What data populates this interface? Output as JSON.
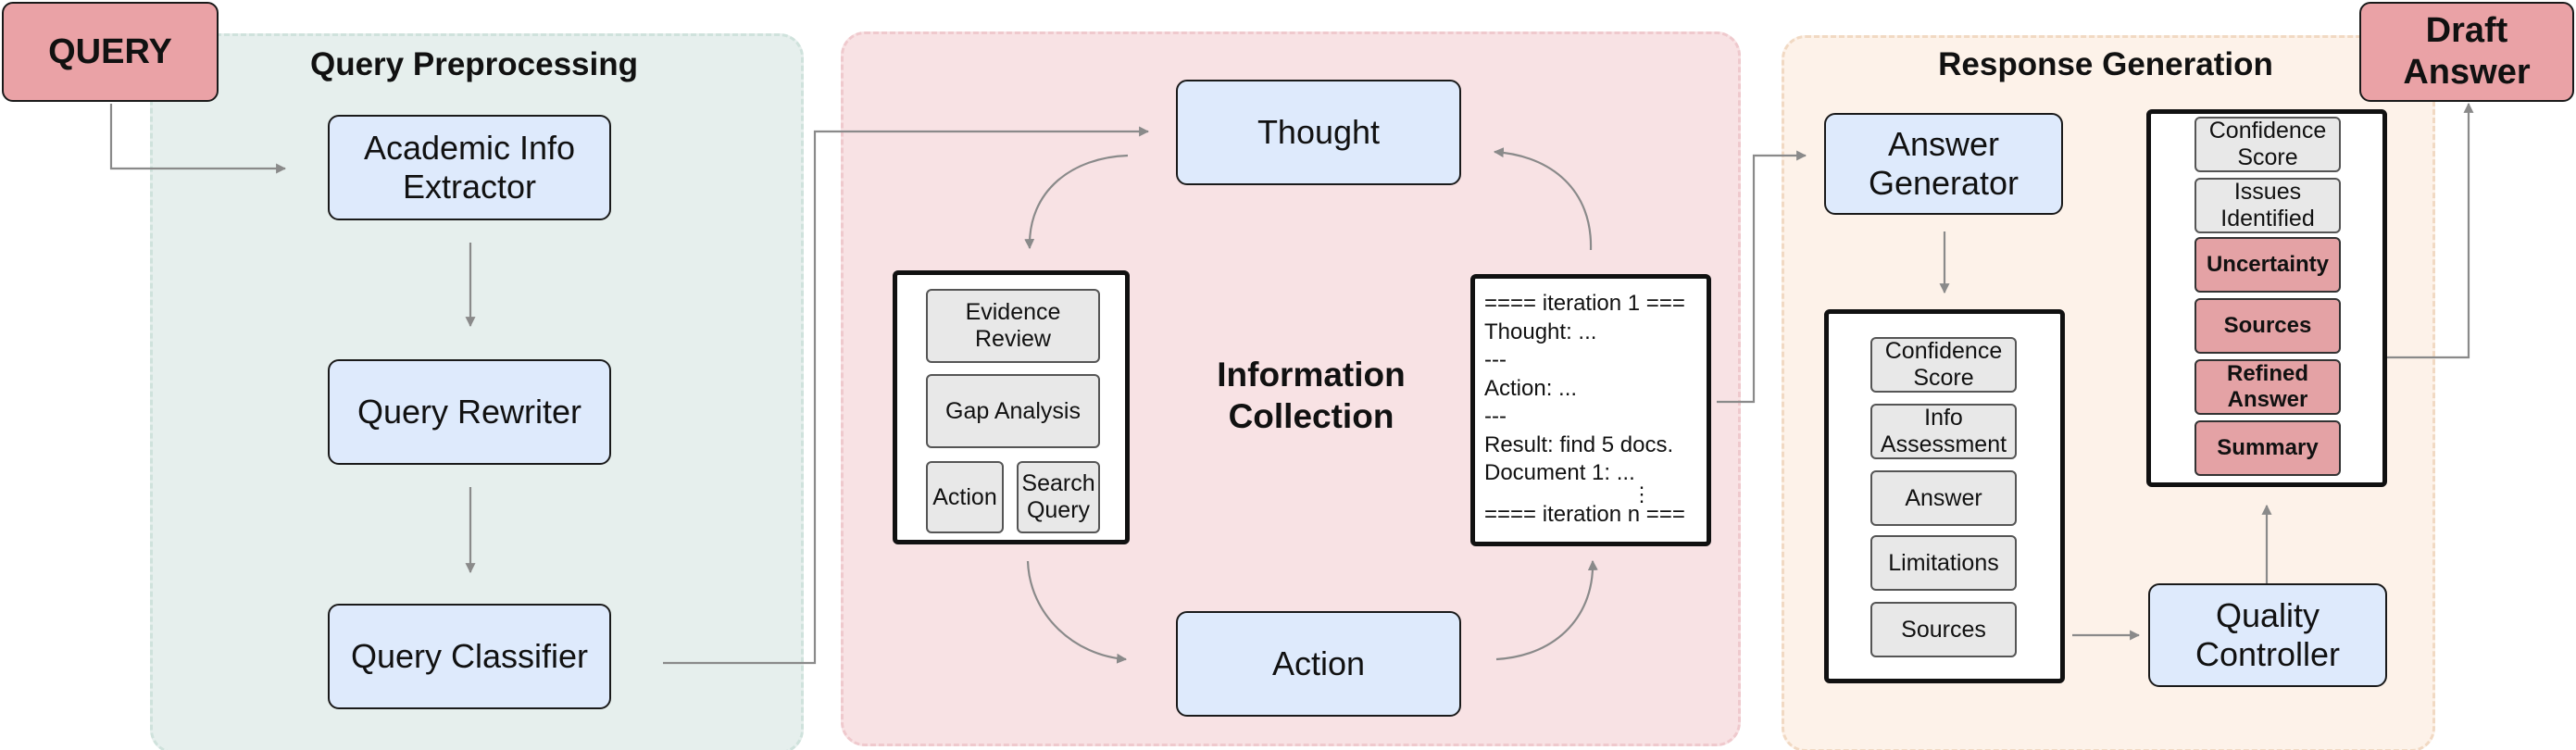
{
  "query": {
    "label": "QUERY"
  },
  "draft_answer": {
    "label": "Draft Answer"
  },
  "preprocessing": {
    "title": "Query Preprocessing",
    "extractor": "Academic Info Extractor",
    "rewriter": "Query Rewriter",
    "classifier": "Query Classifier"
  },
  "collection": {
    "title": "Information Collection",
    "thought": "Thought",
    "action": "Action",
    "reasoning_items": {
      "evidence_review": "Evidence Review",
      "gap_analysis": "Gap Analysis",
      "action": "Action",
      "search_query": "Search Query"
    },
    "iteration_log": [
      "==== iteration 1 ===",
      "Thought: ...",
      "---",
      "Action: ...",
      "---",
      "Result: find 5 docs.",
      "Document 1: ...",
      "⋮",
      "==== iteration n ==="
    ]
  },
  "generation": {
    "title": "Response Generation",
    "answer_generator": "Answer Generator",
    "quality_controller": "Quality Controller",
    "answer_sections": [
      "Confidence Score",
      "Info Assessment",
      "Answer",
      "Limitations",
      "Sources"
    ],
    "quality_sections": {
      "confidence_score": "Confidence Score",
      "issues_identified": "Issues Identified",
      "uncertainty": "Uncertainty",
      "sources": "Sources",
      "refined_answer": "Refined Answer",
      "summary": "Summary"
    }
  },
  "colors": {
    "preprocessing_bg": "#e6efed",
    "collection_bg": "#f8e2e4",
    "generation_bg": "#fdf2e9",
    "module_fill": "#deeafc",
    "endpoint_fill": "#eaa2a6",
    "highlight_fill": "#e4a2a5",
    "section_fill": "#e8e8e8",
    "connector": "#8a8a8a"
  }
}
